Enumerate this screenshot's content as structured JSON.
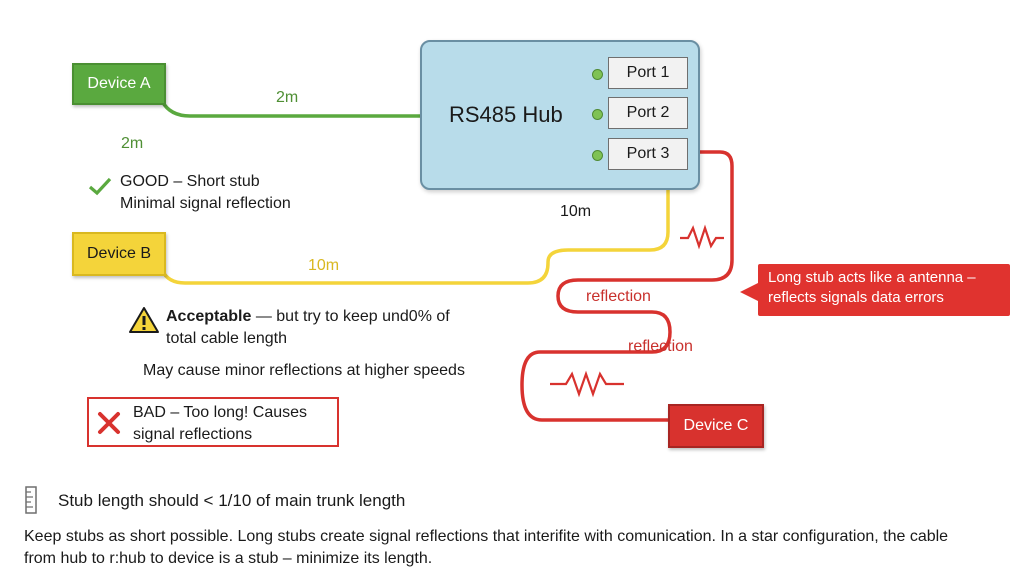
{
  "hub": {
    "title": "RS485 Hub",
    "ports": [
      "Port 1",
      "Port 2",
      "Port 3"
    ]
  },
  "devices": {
    "a": "Device A",
    "b": "Device B",
    "c": "Device C"
  },
  "labels": {
    "trunk_a": "2m",
    "stub_a": "2m",
    "trunk_b": "10m",
    "stub_b": "10m",
    "reflection_1": "reflection",
    "reflection_2": "reflection"
  },
  "good": {
    "line1": "GOOD – Short stub",
    "line2": "Minimal signal reflection"
  },
  "acceptable": {
    "bold": "Acceptable",
    "line1_rest": " — but try to keep und0% of",
    "line2": "total cable length",
    "note": "May cause minor reflections at higher speeds"
  },
  "bad": {
    "line1": "BAD – Too long! Causes",
    "line2": "signal reflections"
  },
  "callout": {
    "line1": "Long stub acts like a antenna –",
    "line2": "reflects signals data errors"
  },
  "rule": "Stub length should < 1/10 of main trunk length",
  "footer": {
    "line1": "Keep stubs as short possible.  Long stubs create signal reflections that interifite with comunication. In a star configuration, the cable",
    "line2": "from hub to r:hub to device is a stub – minimize its length."
  },
  "colors": {
    "green": "#5aa93f",
    "yellow": "#f4d43a",
    "red": "#d8322e",
    "hub": "#b8dcea"
  },
  "icons": {
    "good": "check-icon",
    "acceptable": "warning-icon",
    "bad": "x-icon",
    "rule": "ruler-icon"
  }
}
